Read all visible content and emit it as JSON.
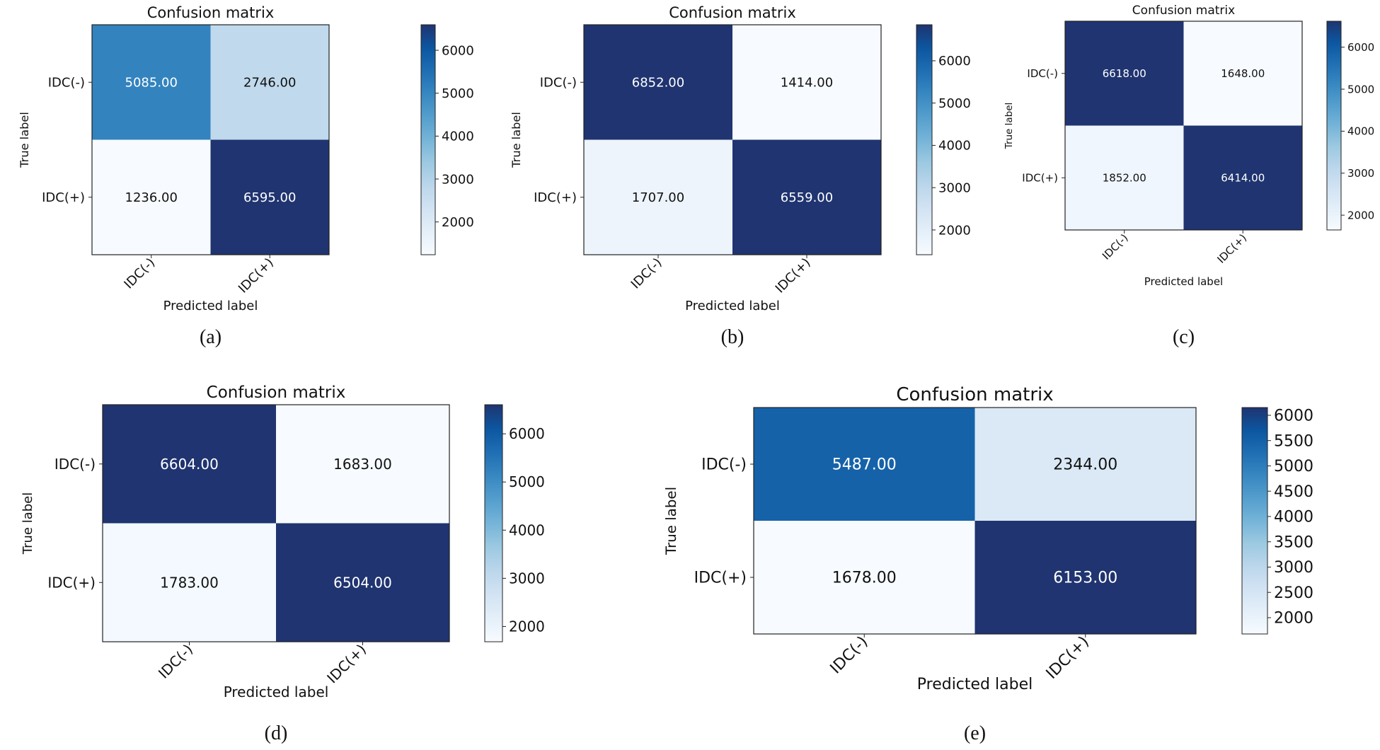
{
  "chart_data": [
    {
      "panel": "a",
      "type": "heatmap",
      "title": "Confusion matrix",
      "caption": "(a)",
      "xlabel": "Predicted label",
      "ylabel": "True label",
      "rows": [
        "IDC(-)",
        "IDC(+)"
      ],
      "cols": [
        "IDC(-)",
        "IDC(+)"
      ],
      "values": [
        [
          5085.0,
          2746.0
        ],
        [
          1236.0,
          6595.0
        ]
      ],
      "value_labels": [
        [
          "5085.00",
          "2746.00"
        ],
        [
          "1236.00",
          "6595.00"
        ]
      ],
      "colorbar": {
        "min": 1236,
        "max": 6595,
        "ticks": [
          2000,
          3000,
          4000,
          5000,
          6000
        ],
        "tick_labels": [
          "2000",
          "3000",
          "4000",
          "5000",
          "6000"
        ]
      },
      "colormap": "Blues"
    },
    {
      "panel": "b",
      "type": "heatmap",
      "title": "Confusion matrix",
      "caption": "(b)",
      "xlabel": "Predicted label",
      "ylabel": "True label",
      "rows": [
        "IDC(-)",
        "IDC(+)"
      ],
      "cols": [
        "IDC(-)",
        "IDC(+)"
      ],
      "values": [
        [
          6852.0,
          1414.0
        ],
        [
          1707.0,
          6559.0
        ]
      ],
      "value_labels": [
        [
          "6852.00",
          "1414.00"
        ],
        [
          "1707.00",
          "6559.00"
        ]
      ],
      "colorbar": {
        "min": 1414,
        "max": 6852,
        "ticks": [
          2000,
          3000,
          4000,
          5000,
          6000
        ],
        "tick_labels": [
          "2000",
          "3000",
          "4000",
          "5000",
          "6000"
        ]
      },
      "colormap": "Blues"
    },
    {
      "panel": "c",
      "type": "heatmap",
      "title": "Confusion matrix",
      "caption": "(c)",
      "xlabel": "Predicted label",
      "ylabel": "True label",
      "rows": [
        "IDC(-)",
        "IDC(+)"
      ],
      "cols": [
        "IDC(-)",
        "IDC(+)"
      ],
      "values": [
        [
          6618.0,
          1648.0
        ],
        [
          1852.0,
          6414.0
        ]
      ],
      "value_labels": [
        [
          "6618.00",
          "1648.00"
        ],
        [
          "1852.00",
          "6414.00"
        ]
      ],
      "colorbar": {
        "min": 1648,
        "max": 6618,
        "ticks": [
          2000,
          3000,
          4000,
          5000,
          6000
        ],
        "tick_labels": [
          "2000",
          "3000",
          "4000",
          "5000",
          "6000"
        ]
      },
      "colormap": "Blues"
    },
    {
      "panel": "d",
      "type": "heatmap",
      "title": "Confusion matrix",
      "caption": "(d)",
      "xlabel": "Predicted label",
      "ylabel": "True label",
      "rows": [
        "IDC(-)",
        "IDC(+)"
      ],
      "cols": [
        "IDC(-)",
        "IDC(+)"
      ],
      "values": [
        [
          6604.0,
          1683.0
        ],
        [
          1783.0,
          6504.0
        ]
      ],
      "value_labels": [
        [
          "6604.00",
          "1683.00"
        ],
        [
          "1783.00",
          "6504.00"
        ]
      ],
      "colorbar": {
        "min": 1683,
        "max": 6604,
        "ticks": [
          2000,
          3000,
          4000,
          5000,
          6000
        ],
        "tick_labels": [
          "2000",
          "3000",
          "4000",
          "5000",
          "6000"
        ]
      },
      "colormap": "Blues"
    },
    {
      "panel": "e",
      "type": "heatmap",
      "title": "Confusion matrix",
      "caption": "(e)",
      "xlabel": "Predicted label",
      "ylabel": "True label",
      "rows": [
        "IDC(-)",
        "IDC(+)"
      ],
      "cols": [
        "IDC(-)",
        "IDC(+)"
      ],
      "values": [
        [
          5487.0,
          2344.0
        ],
        [
          1678.0,
          6153.0
        ]
      ],
      "value_labels": [
        [
          "5487.00",
          "2344.00"
        ],
        [
          "1678.00",
          "6153.00"
        ]
      ],
      "colorbar": {
        "min": 1678,
        "max": 6153,
        "ticks": [
          2000,
          2500,
          3000,
          3500,
          4000,
          4500,
          5000,
          5500,
          6000
        ],
        "tick_labels": [
          "2000",
          "2500",
          "3000",
          "3500",
          "4000",
          "4500",
          "5000",
          "5500",
          "6000"
        ]
      },
      "colormap": "Blues"
    }
  ]
}
